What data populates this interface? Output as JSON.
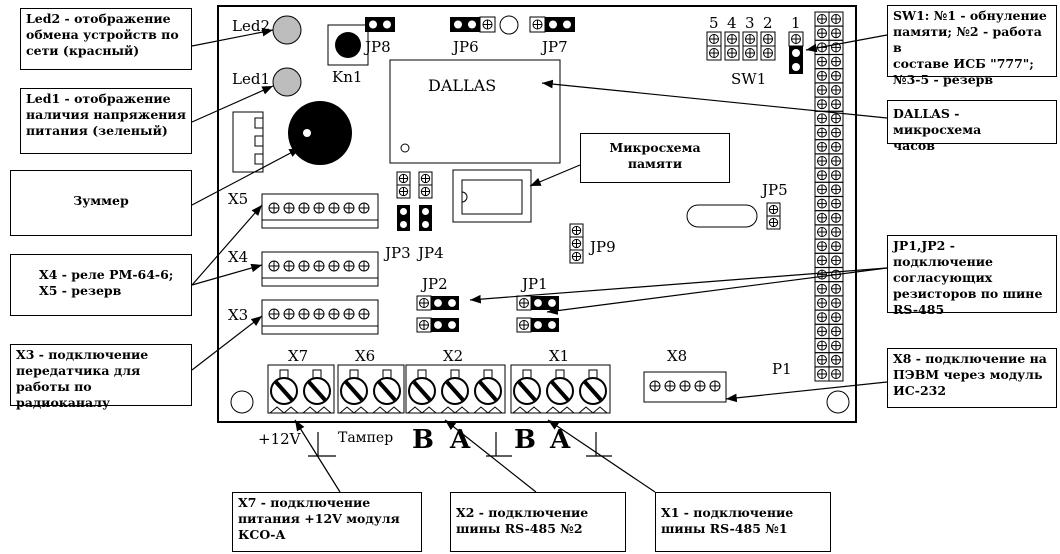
{
  "callouts": {
    "led2": "Led2 - отображение\nобмена устройств по\nсети (красный)",
    "led1": "Led1 - отображение\nналичия напряжения\nпитания (зеленый)",
    "zummer": "Зуммер",
    "x4x5": "X4 - реле РМ-64-6;\nX5 - резерв",
    "x3": "X3 - подключение\nпередатчика для\nработы по радиоканалу",
    "x7": "X7 - подключение\nпитания +12V модуля\nКСО-А",
    "x2": "X2 - подключение\nшины RS-485 №2",
    "x1": "X1 - подключение\nшины RS-485 №1",
    "sw1": "SW1: №1 - обнуление\nпамяти; №2 - работа в\nсоставе ИСБ \"777\";\n№3-5 - резерв",
    "dallas": "DALLAS - микросхема\nчасов",
    "jp12": "JP1,JP2 - подключение\nсогласующих\nрезисторов по шине\nRS-485",
    "x8": "X8 - подключение на\nПЭВМ через модуль\nИС-232",
    "memory": "Микросхема\nпамяти"
  },
  "board": {
    "led2": "Led2",
    "led1": "Led1",
    "kn1": "Kn1",
    "jp8": "JP8",
    "jp6": "JP6",
    "jp7": "JP7",
    "sw1": "SW1",
    "sw_numbers": [
      "5",
      "4",
      "3",
      "2",
      "1"
    ],
    "dallas": "DALLAS",
    "x5": "X5",
    "x4": "X4",
    "x3": "X3",
    "jp3": "JP3",
    "jp4": "JP4",
    "jp5": "JP5",
    "jp9": "JP9",
    "jp2": "JP2",
    "jp1": "JP1",
    "x7": "X7",
    "x6": "X6",
    "x2": "X2",
    "x1": "X1",
    "x8": "X8",
    "p1": "P1"
  },
  "bottom": {
    "plus12v": "+12V",
    "tamper": "Тампер",
    "b1": "B",
    "a1": "A",
    "b2": "B",
    "a2": "A"
  }
}
